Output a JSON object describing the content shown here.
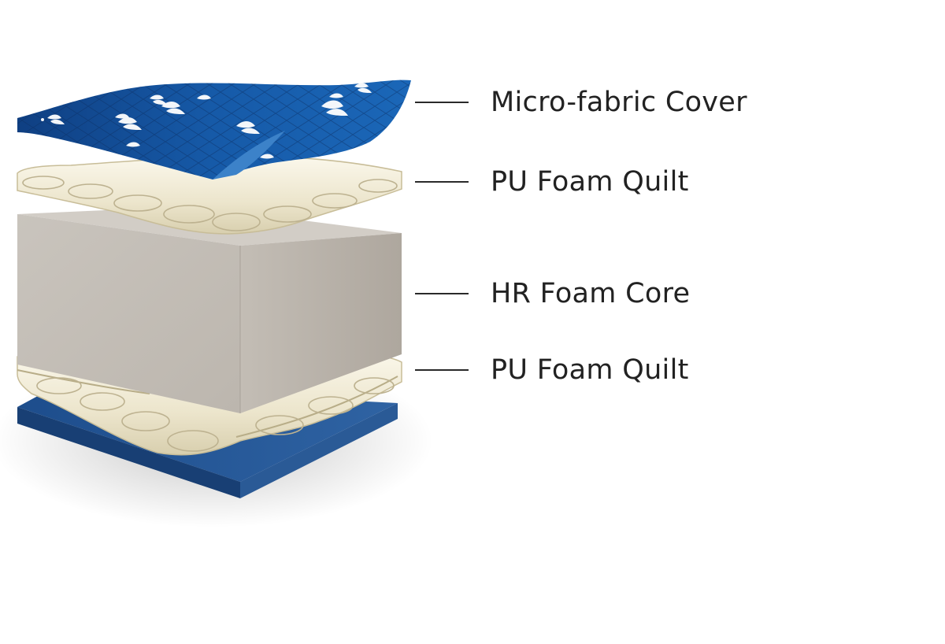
{
  "layers": [
    {
      "label": "Micro-fabric Cover"
    },
    {
      "label": "PU Foam Quilt"
    },
    {
      "label": "HR Foam Core"
    },
    {
      "label": "PU Foam Quilt"
    }
  ]
}
